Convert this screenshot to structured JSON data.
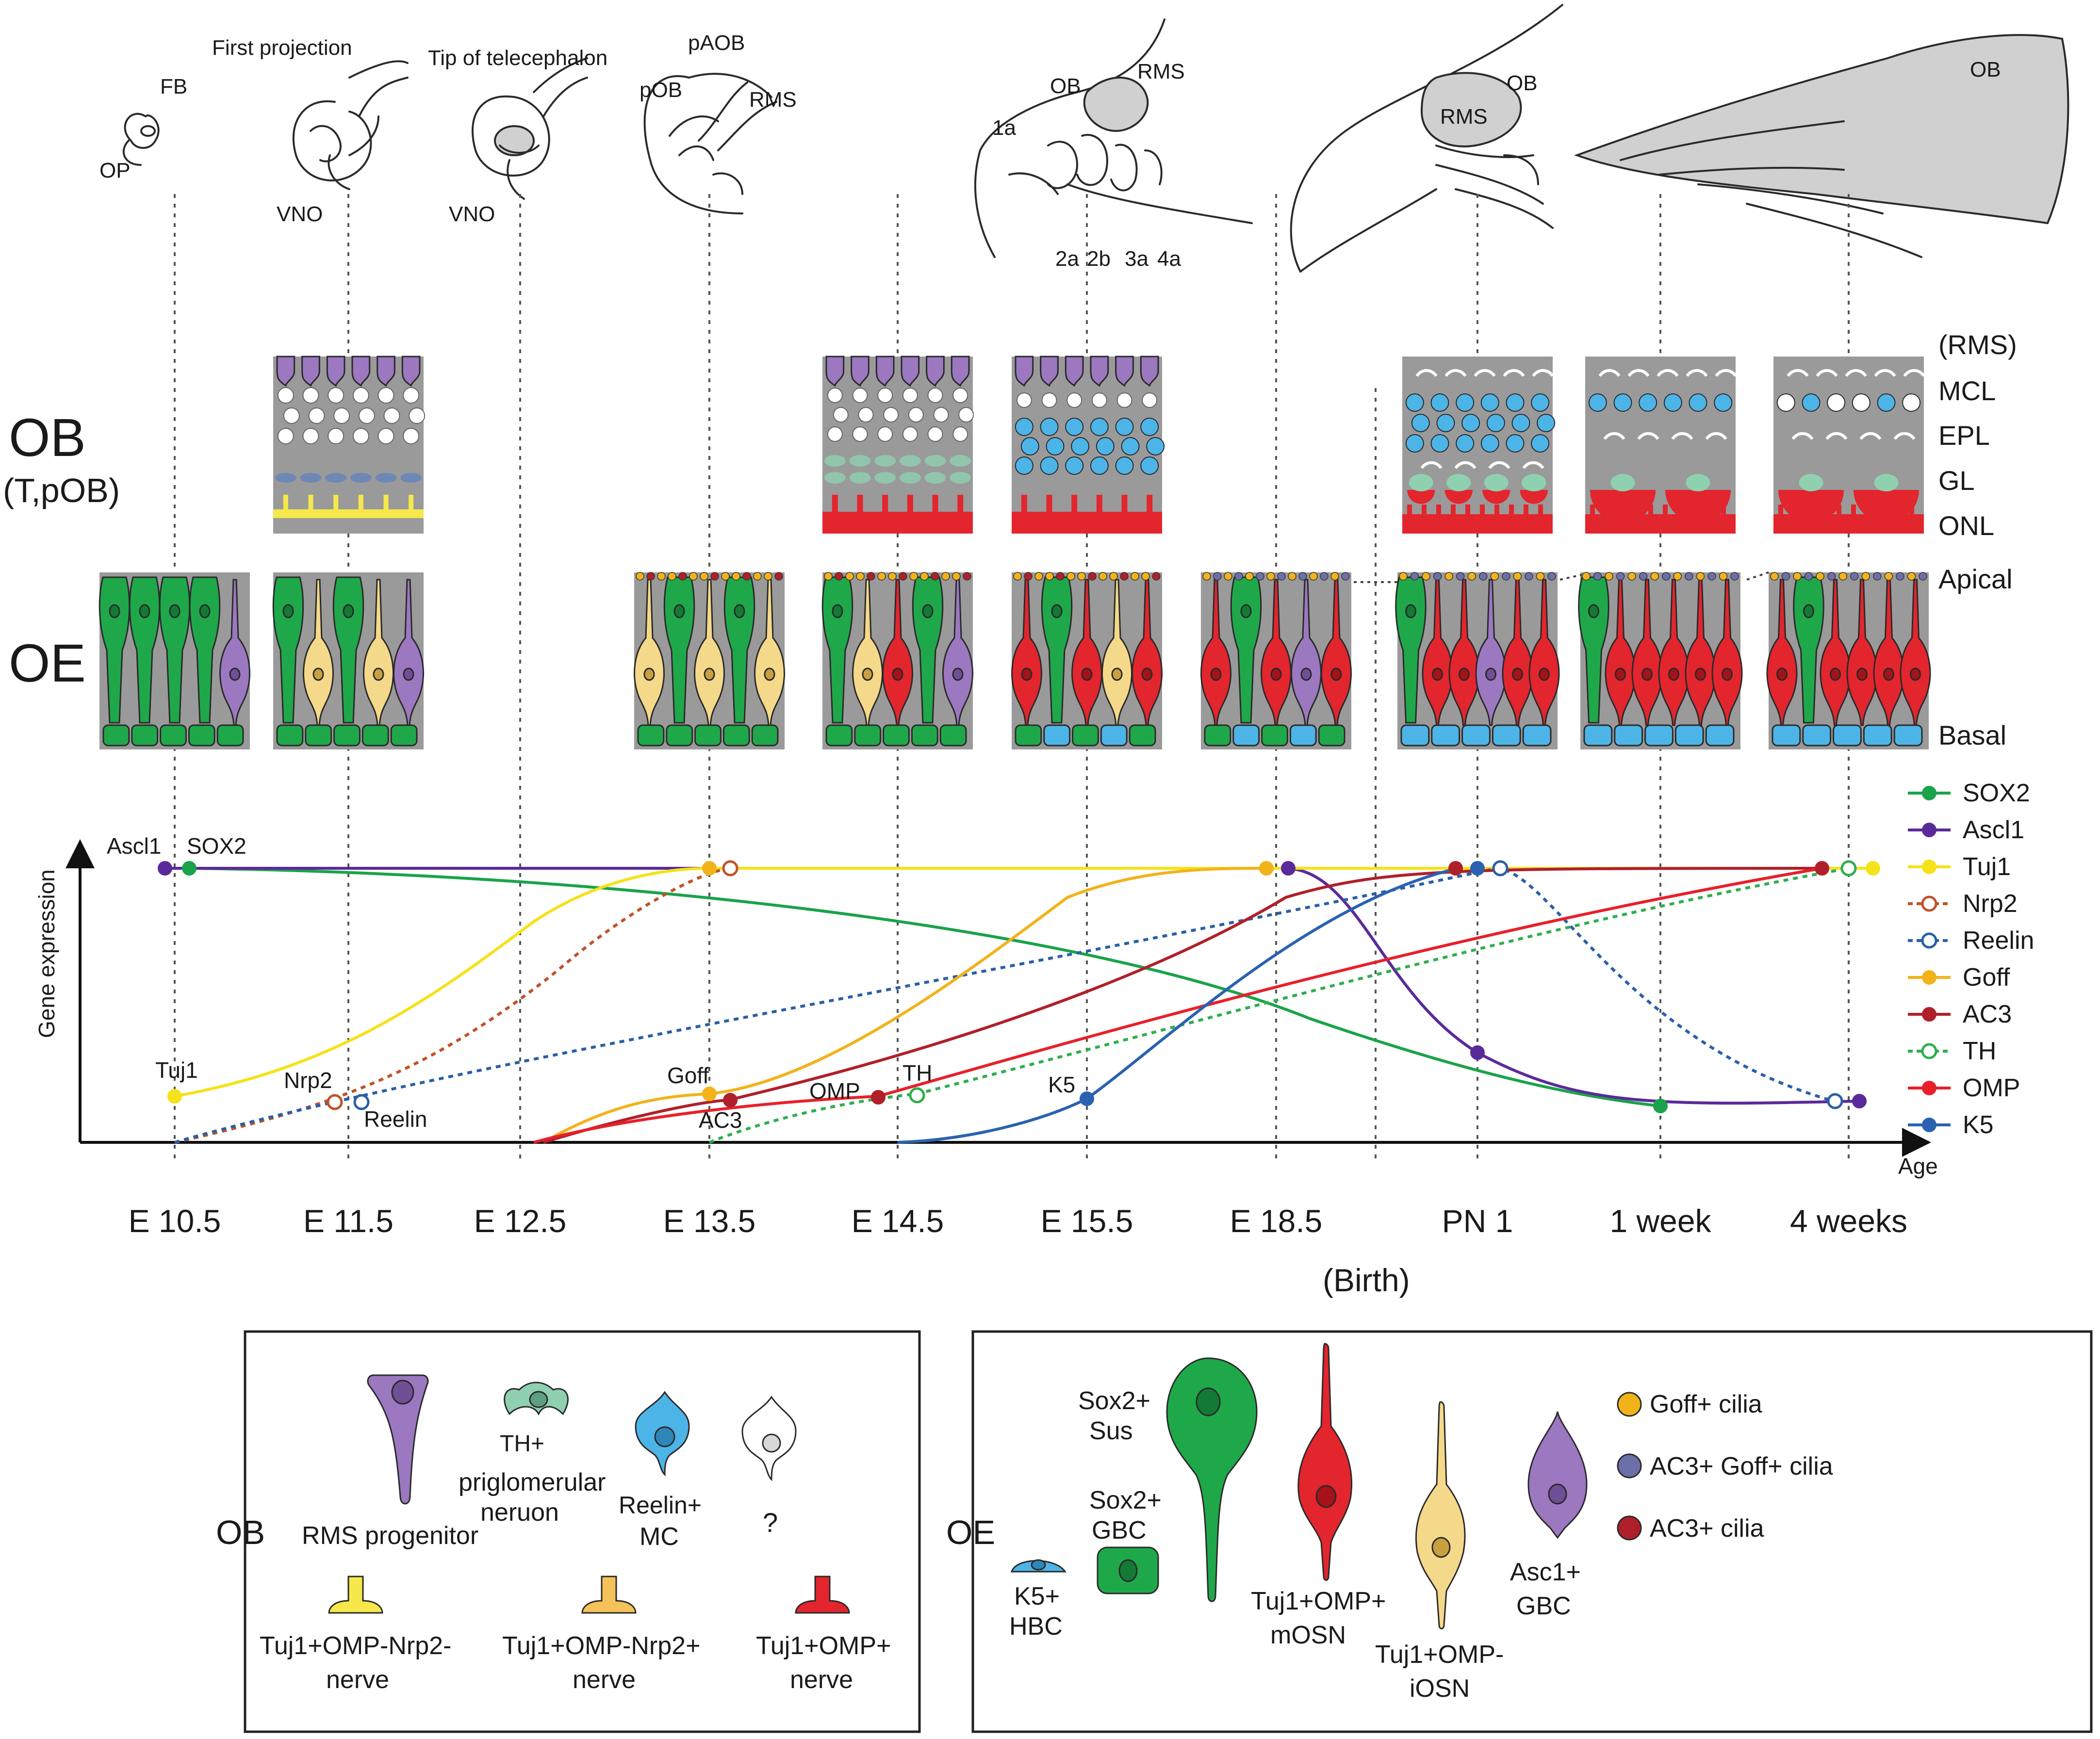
{
  "sketch_labels": [
    {
      "key": "fb",
      "text": "FB"
    },
    {
      "key": "op",
      "text": "OP"
    },
    {
      "key": "first_projection",
      "text": "First projection"
    },
    {
      "key": "vno_a",
      "text": "VNO"
    },
    {
      "key": "tip",
      "text": "Tip of telecephalon"
    },
    {
      "key": "vno_b",
      "text": "VNO"
    },
    {
      "key": "paob",
      "text": "pAOB"
    },
    {
      "key": "pob",
      "text": "pOB"
    },
    {
      "key": "rms_a",
      "text": "RMS"
    },
    {
      "key": "ob_a",
      "text": "OB"
    },
    {
      "key": "rms_b",
      "text": "RMS"
    },
    {
      "key": "one_a",
      "text": "1a"
    },
    {
      "key": "two_a",
      "text": "2a"
    },
    {
      "key": "two_b",
      "text": "2b"
    },
    {
      "key": "three_a",
      "text": "3a"
    },
    {
      "key": "four_a",
      "text": "4a"
    },
    {
      "key": "ob_b",
      "text": "OB"
    },
    {
      "key": "rms_c",
      "text": "RMS"
    },
    {
      "key": "ob_c",
      "text": "OB"
    }
  ],
  "rows": {
    "ob": "OB",
    "ob_sub": "(T,pOB)",
    "oe": "OE"
  },
  "layers": [
    "(RMS)",
    "MCL",
    "EPL",
    "GL",
    "ONL",
    "Apical",
    "Basal"
  ],
  "timepoints": [
    "E 10.5",
    "E 11.5",
    "E 12.5",
    "E 13.5",
    "E 14.5",
    "E 15.5",
    "E 18.5",
    "PN 1",
    "1 week",
    "4 weeks"
  ],
  "birth_label": "(Birth)",
  "axis": {
    "y": "Gene expression",
    "x": "Age"
  },
  "legend": [
    {
      "name": "SOX2",
      "color": "#1aa34a",
      "marker": "filled",
      "dash": false
    },
    {
      "name": "Ascl1",
      "color": "#5b2a9a",
      "marker": "filled",
      "dash": false
    },
    {
      "name": "Tuj1",
      "color": "#f5e21a",
      "marker": "filled",
      "dash": false
    },
    {
      "name": "Nrp2",
      "color": "#c0522a",
      "marker": "open",
      "dash": true
    },
    {
      "name": "Reelin",
      "color": "#2a5fa6",
      "marker": "open",
      "dash": true
    },
    {
      "name": "Goff",
      "color": "#f2b31a",
      "marker": "filled",
      "dash": false
    },
    {
      "name": "AC3",
      "color": "#b0202a",
      "marker": "filled",
      "dash": false
    },
    {
      "name": "TH",
      "color": "#2fae4f",
      "marker": "open",
      "dash": true
    },
    {
      "name": "OMP",
      "color": "#e8202a",
      "marker": "filled",
      "dash": false
    },
    {
      "name": "K5",
      "color": "#2a62b0",
      "marker": "filled",
      "dash": false
    }
  ],
  "curve_labels": [
    {
      "key": "ascl1",
      "text": "Ascl1"
    },
    {
      "key": "sox2",
      "text": "SOX2"
    },
    {
      "key": "tuj1",
      "text": "Tuj1"
    },
    {
      "key": "nrp2",
      "text": "Nrp2"
    },
    {
      "key": "reelin",
      "text": "Reelin"
    },
    {
      "key": "goff",
      "text": "Goff"
    },
    {
      "key": "ac3",
      "text": "AC3"
    },
    {
      "key": "omp",
      "text": "OMP"
    },
    {
      "key": "th",
      "text": "TH"
    },
    {
      "key": "k5",
      "text": "K5"
    }
  ],
  "ob_legend": {
    "title": "OB",
    "rms": "RMS progenitor",
    "th_line1": "TH+",
    "th_line2": "priglomerular",
    "th_line3": "neruon",
    "reelin_line1": "Reelin+",
    "reelin_line2": "MC",
    "unknown": "?",
    "nerve1_line1": "Tuj1+OMP-Nrp2-",
    "nerve1_line2": "nerve",
    "nerve2_line1": "Tuj1+OMP-Nrp2+",
    "nerve2_line2": "nerve",
    "nerve3_line1": "Tuj1+OMP+",
    "nerve3_line2": "nerve"
  },
  "oe_legend": {
    "title": "OE",
    "sus_line1": "Sox2+",
    "sus_line2": "Sus",
    "gbc_line1": "Sox2+",
    "gbc_line2": "GBC",
    "hbc_line1": "K5+",
    "hbc_line2": "HBC",
    "mosn_line1": "Tuj1+OMP+",
    "mosn_line2": "mOSN",
    "iosn_line1": "Tuj1+OMP-",
    "iosn_line2": "iOSN",
    "asc_line1": "Asc1+",
    "asc_line2": "GBC",
    "cilia1": "Goff+ cilia",
    "cilia2": "AC3+ Goff+ cilia",
    "cilia3": "AC3+ cilia"
  },
  "colors": {
    "green": "#1fa84a",
    "purple": "#9b78c0",
    "yellow": "#f6e84a",
    "tan": "#f5d98a",
    "red": "#e3252d",
    "blue": "#4db4e8",
    "mint": "#8fd0b0",
    "gray": "#9a9a9a"
  }
}
